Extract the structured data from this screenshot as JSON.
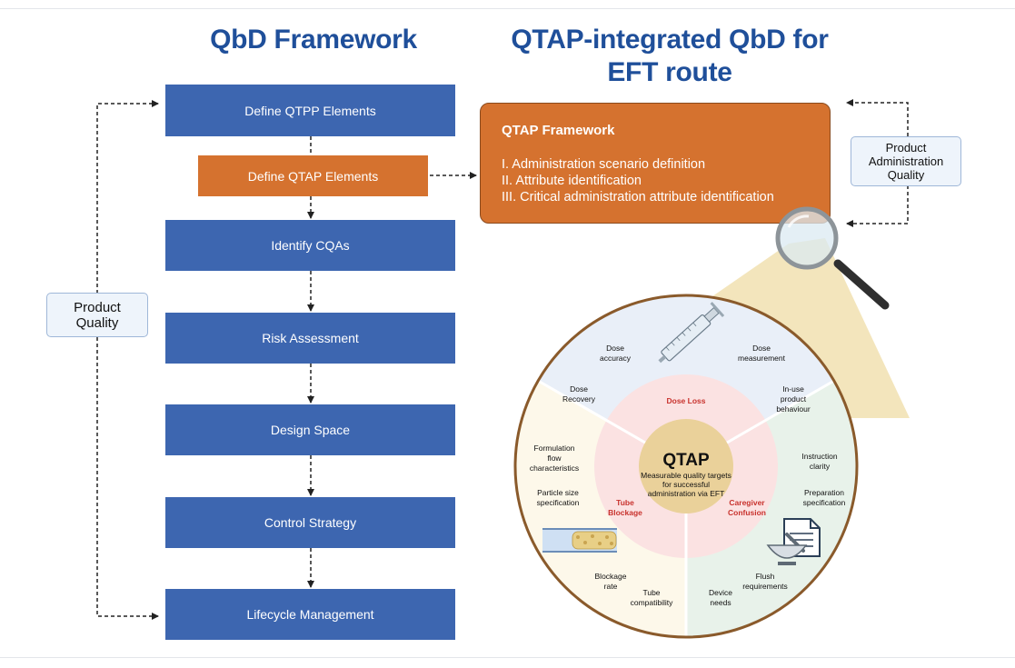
{
  "titles": {
    "qbd": "QbD Framework",
    "qtap_line1": "QTAP-integrated QbD for",
    "qtap_line2": "EFT route"
  },
  "flow": {
    "define_qtpp": "Define QTPP Elements",
    "define_qtap": "Define QTAP Elements",
    "identify_cqas": "Identify CQAs",
    "risk_assessment": "Risk Assessment",
    "design_space": "Design Space",
    "control_strategy": "Control Strategy",
    "lifecycle": "Lifecycle Management"
  },
  "product_quality": {
    "line1": "Product",
    "line2": "Quality"
  },
  "admin_quality": {
    "line1": "Product",
    "line2": "Administration",
    "line3": "Quality"
  },
  "qtap_framework": {
    "heading": "QTAP Framework",
    "item1": "I. Administration scenario definition",
    "item2": "II. Attribute identification",
    "item3": "III. Critical administration attribute identification"
  },
  "wheel": {
    "center_title": "QTAP",
    "center_line1": "Measurable quality targets",
    "center_line2": "for successful",
    "center_line3": "administration via EFT",
    "dose_loss": "Dose Loss",
    "tube_blockage_1": "Tube",
    "tube_blockage_2": "Blockage",
    "caregiver_1": "Caregiver",
    "caregiver_2": "Confusion",
    "dose_accuracy_1": "Dose",
    "dose_accuracy_2": "accuracy",
    "dose_measurement_1": "Dose",
    "dose_measurement_2": "measurement",
    "dose_recovery_1": "Dose",
    "dose_recovery_2": "Recovery",
    "inuse_1": "In-use",
    "inuse_2": "product",
    "inuse_3": "behaviour",
    "formulation_1": "Formulation",
    "formulation_2": "flow",
    "formulation_3": "characteristics",
    "particle_1": "Particle size",
    "particle_2": "specification",
    "blockage_1": "Blockage",
    "blockage_2": "rate",
    "tubecomp_1": "Tube",
    "tubecomp_2": "compatibility",
    "instruction_1": "Instruction",
    "instruction_2": "clarity",
    "preparation_1": "Preparation",
    "preparation_2": "specification",
    "flush_1": "Flush",
    "flush_2": "requirements",
    "device_1": "Device",
    "device_2": "needs"
  },
  "colors": {
    "blue": "#3d66b0",
    "orange": "#d5722f",
    "title_blue": "#1f4f9a",
    "label_red": "#c8322d",
    "ring_brown": "#8a5a2b"
  },
  "icons": [
    "syringe-icon",
    "magnifier-icon",
    "tube-icon",
    "document-icon",
    "mortar-icon"
  ]
}
